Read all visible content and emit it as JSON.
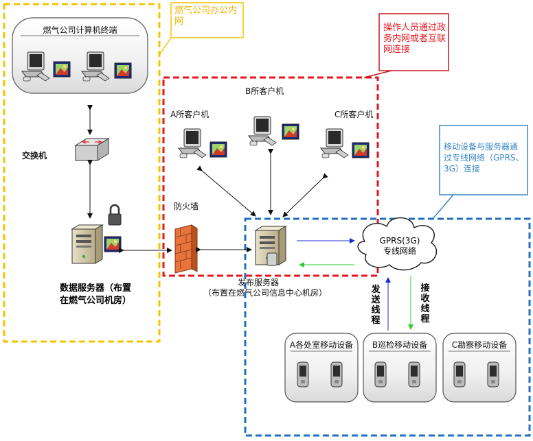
{
  "zones": {
    "office": {
      "label": "燃气公司办公内网",
      "color": "#f5c400"
    },
    "clients": {
      "label": "操作人员通过政务内网或者互联网连接",
      "color": "#e8141b"
    },
    "mobile": {
      "label": "移动设备与服务器通过专线网络（GPRS、3G）连接",
      "color": "#1e6fbf"
    }
  },
  "terminal_group": {
    "title": "燃气公司计算机终端"
  },
  "labels": {
    "switch": "交换机",
    "db_server": "数据服务器（布置在燃气公司机房）",
    "client_a": "A所客户机",
    "client_b": "B所客户机",
    "client_c": "C所客户机",
    "firewall": "防火墙",
    "pub_server": "发布服务器",
    "pub_server_note": "（布置在燃气公司信息中心机房）",
    "cloud": "GPRS(3G) 专线网络",
    "send": "发送线程",
    "receive": "接收线程"
  },
  "device_groups": [
    {
      "label": "A各处室移动设备"
    },
    {
      "label": "B巡检移动设备"
    },
    {
      "label": "C勘察移动设备"
    }
  ],
  "colors": {
    "send_arrow": "#1a2bd6",
    "receive_arrow": "#2ecc2e",
    "firewall": "#e8743b"
  }
}
